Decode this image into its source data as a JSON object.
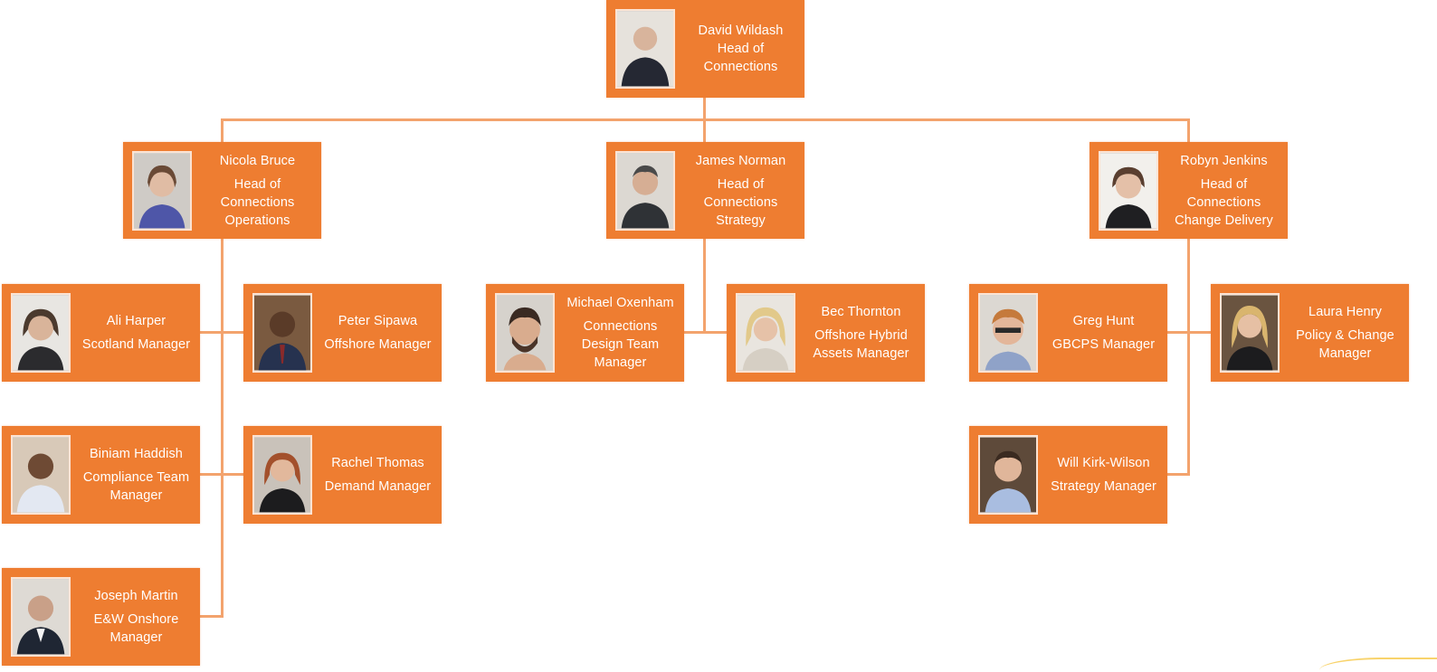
{
  "colors": {
    "card": "#ee7d31",
    "connector": "#f3a36d",
    "text": "#ffffff"
  },
  "chart": {
    "root": {
      "name": "David Wildash",
      "title_lines": [
        "Head of",
        "Connections"
      ]
    },
    "heads": [
      {
        "name": "Nicola Bruce",
        "title_lines": [
          "Head of",
          "Connections",
          "Operations"
        ]
      },
      {
        "name": "James Norman",
        "title_lines": [
          "Head of",
          "Connections",
          "Strategy"
        ]
      },
      {
        "name": "Robyn Jenkins",
        "title_lines": [
          "Head of",
          "Connections",
          "Change Delivery"
        ]
      }
    ],
    "operations_team": [
      {
        "name": "Ali Harper",
        "title_lines": [
          "Scotland Manager"
        ]
      },
      {
        "name": "Peter Sipawa",
        "title_lines": [
          "Offshore Manager"
        ]
      },
      {
        "name": "Biniam Haddish",
        "title_lines": [
          "Compliance Team",
          "Manager"
        ]
      },
      {
        "name": "Rachel Thomas",
        "title_lines": [
          "Demand Manager"
        ]
      },
      {
        "name": "Joseph Martin",
        "title_lines": [
          "E&W Onshore",
          "Manager"
        ]
      }
    ],
    "strategy_team": [
      {
        "name": "Michael Oxenham",
        "title_lines": [
          "Connections",
          "Design Team",
          "Manager"
        ]
      },
      {
        "name": "Bec Thornton",
        "title_lines": [
          "Offshore Hybrid",
          "Assets Manager"
        ]
      }
    ],
    "change_team": [
      {
        "name": "Greg Hunt",
        "title_lines": [
          "GBCPS Manager"
        ]
      },
      {
        "name": "Laura Henry",
        "title_lines": [
          "Policy & Change",
          "Manager"
        ]
      },
      {
        "name": "Will Kirk-Wilson",
        "title_lines": [
          "Strategy Manager"
        ]
      }
    ]
  }
}
